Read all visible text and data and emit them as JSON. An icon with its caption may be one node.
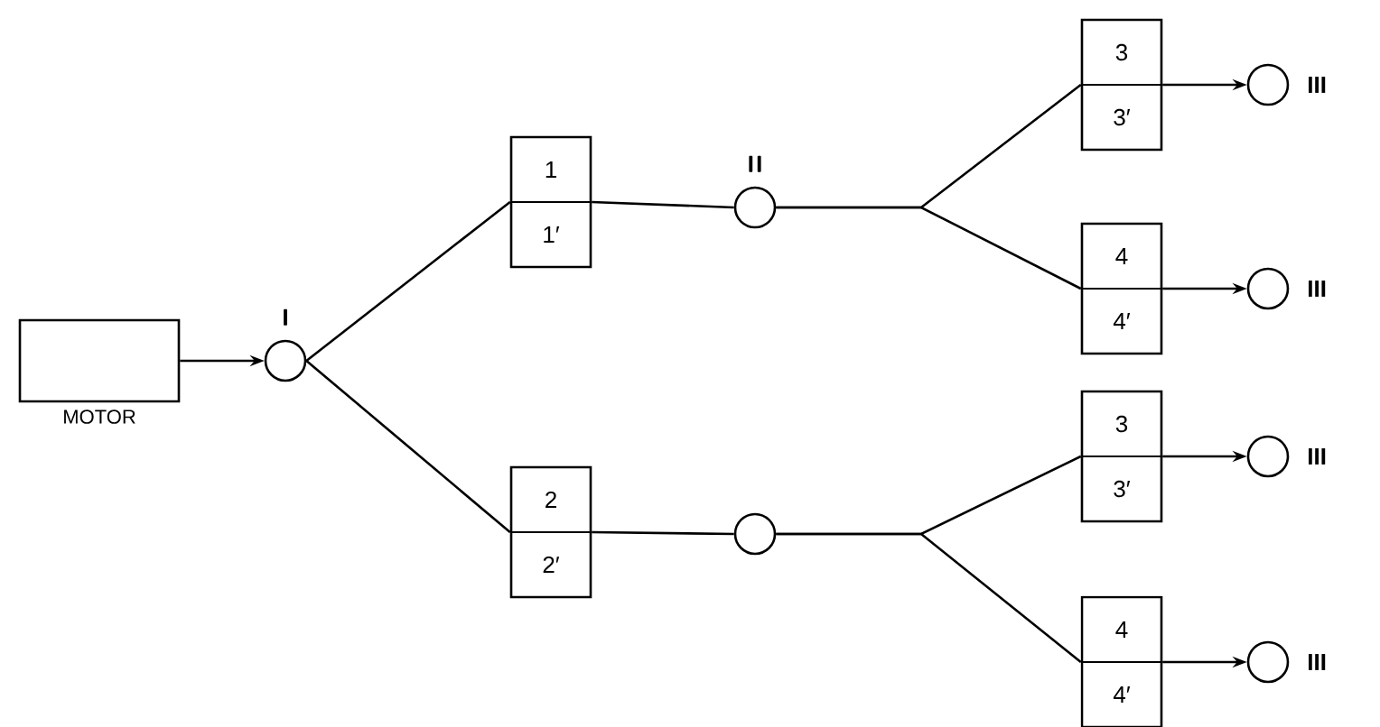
{
  "diagram": {
    "nodes": [
      {
        "text": [
          "MOTOR"
        ]
      },
      {
        "text": [
          "I"
        ]
      },
      {
        "text": [
          "1",
          "1′"
        ]
      },
      {
        "text": [
          "2",
          "2′"
        ]
      },
      {
        "text": [
          "II"
        ]
      },
      {
        "text": [],
        "shape": "circle"
      },
      {
        "text": [
          "3",
          "3′"
        ]
      },
      {
        "text": [
          "4",
          "4′"
        ]
      },
      {
        "text": [
          "3",
          "3′"
        ]
      },
      {
        "text": [
          "4",
          "4′"
        ]
      },
      {
        "text": [
          "III"
        ]
      },
      {
        "text": [
          "III"
        ]
      },
      {
        "text": [
          "III"
        ]
      },
      {
        "text": [
          "III"
        ]
      }
    ],
    "edges": [
      {
        "from": 0,
        "to": 1,
        "arrow": "to"
      },
      {
        "from": 1,
        "to": 2,
        "arrow": "none"
      },
      {
        "from": 1,
        "to": 3,
        "arrow": "none"
      },
      {
        "from": 2,
        "to": 4,
        "arrow": "none"
      },
      {
        "from": 3,
        "to": 5,
        "arrow": "none"
      },
      {
        "from": 4,
        "to": 6,
        "arrow": "none"
      },
      {
        "from": 4,
        "to": 7,
        "arrow": "none"
      },
      {
        "from": 5,
        "to": 8,
        "arrow": "none"
      },
      {
        "from": 5,
        "to": 9,
        "arrow": "none"
      },
      {
        "from": 6,
        "to": 10,
        "arrow": "to"
      },
      {
        "from": 7,
        "to": 11,
        "arrow": "to"
      },
      {
        "from": 8,
        "to": 12,
        "arrow": "to"
      },
      {
        "from": 9,
        "to": 13,
        "arrow": "to"
      }
    ]
  }
}
